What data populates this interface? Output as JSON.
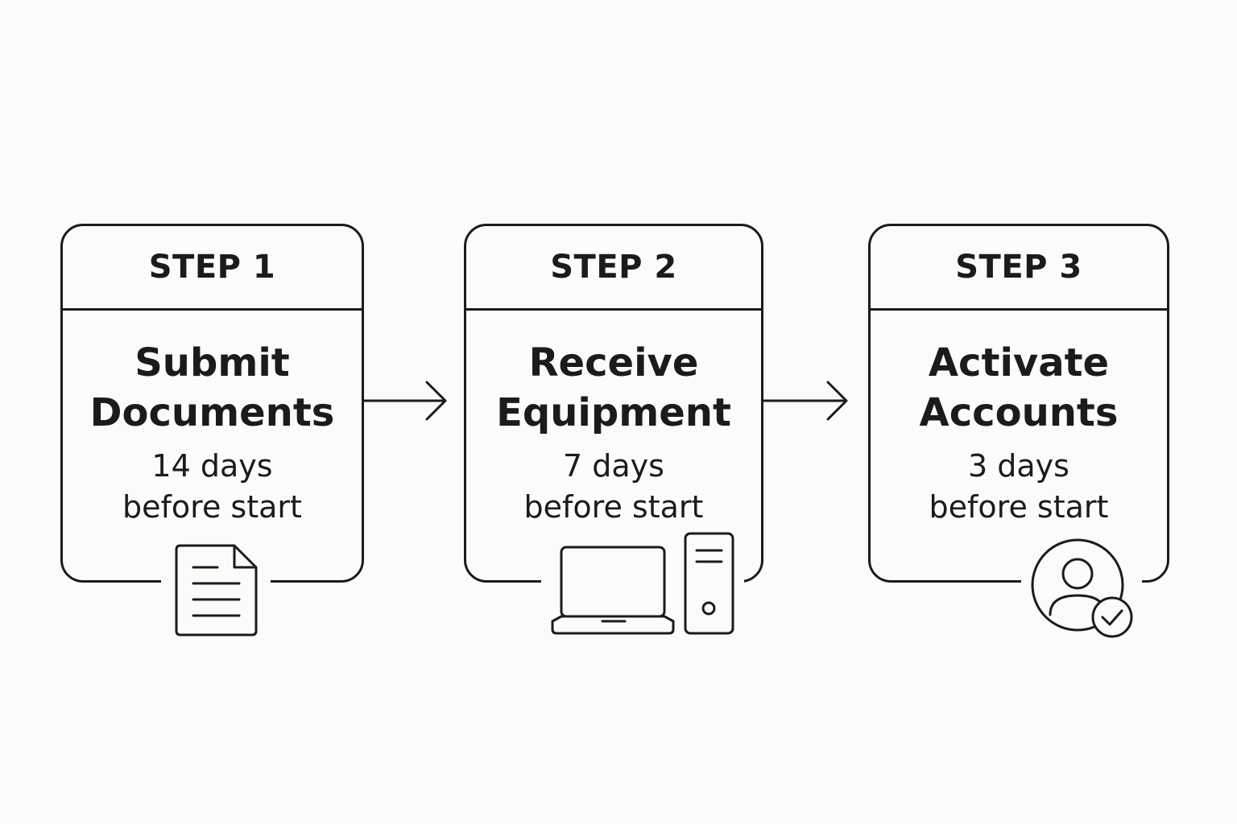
{
  "steps": [
    {
      "label": "STEP 1",
      "title": [
        "Submit",
        "Documents"
      ],
      "timing": [
        "14 days",
        "before start"
      ],
      "icon": "document-icon"
    },
    {
      "label": "STEP 2",
      "title": [
        "Receive",
        "Equipment"
      ],
      "timing": [
        "7 days",
        "before start"
      ],
      "icon": "laptop-and-desktop-icon"
    },
    {
      "label": "STEP 3",
      "title": [
        "Activate",
        "Accounts"
      ],
      "timing": [
        "3 days",
        "before start"
      ],
      "icon": "user-check-icon"
    }
  ],
  "colors": {
    "line": "#1b1b1b",
    "background": "#fbfbf9"
  }
}
